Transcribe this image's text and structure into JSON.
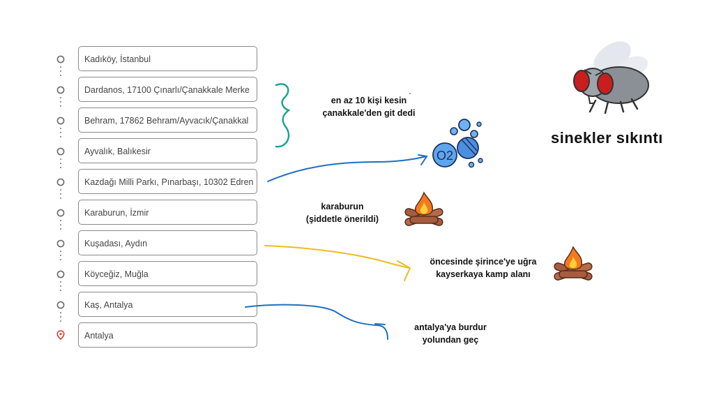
{
  "stops": [
    {
      "label": "Kadıköy, İstanbul"
    },
    {
      "label": "Dardanos, 17100 Çınarlı/Çanakkale Merke"
    },
    {
      "label": "Behram, 17862 Behram/Ayvacık/Çanakkal"
    },
    {
      "label": "Ayvalık, Balıkesir"
    },
    {
      "label": "Kazdağı Milli Parkı, Pınarbaşı, 10302 Edren"
    },
    {
      "label": "Karaburun, İzmir"
    },
    {
      "label": "Kuşadası, Aydın"
    },
    {
      "label": "Köyceğiz, Muğla"
    },
    {
      "label": "Kaş, Antalya"
    },
    {
      "label": "Antalya"
    }
  ],
  "notes": {
    "canakkale_line1": "en az 10 kişi kesin",
    "canakkale_line2": "çanakkale'den git dedi",
    "karaburun_line1": "karaburun",
    "karaburun_line2": "(şiddetle önerildi)",
    "sirince_line1": "öncesinde şirince'ye uğra",
    "sirince_line2": "kayserkaya kamp alanı",
    "antalya_line1": "antalya'ya burdur",
    "antalya_line2": "yolundan geç"
  },
  "title": "sinekler sıkıntı",
  "oxygen_label": "O2",
  "icons": [
    "oxygen-bubbles-icon",
    "campfire-icon",
    "fly-icon",
    "destination-pin-icon"
  ],
  "colors": {
    "brace": "#17a38e",
    "arrow_blue": "#1f6fc0",
    "arrow_yellow": "#f0bb22",
    "pin": "#d93025",
    "oxygen": "#4a8fe0"
  }
}
